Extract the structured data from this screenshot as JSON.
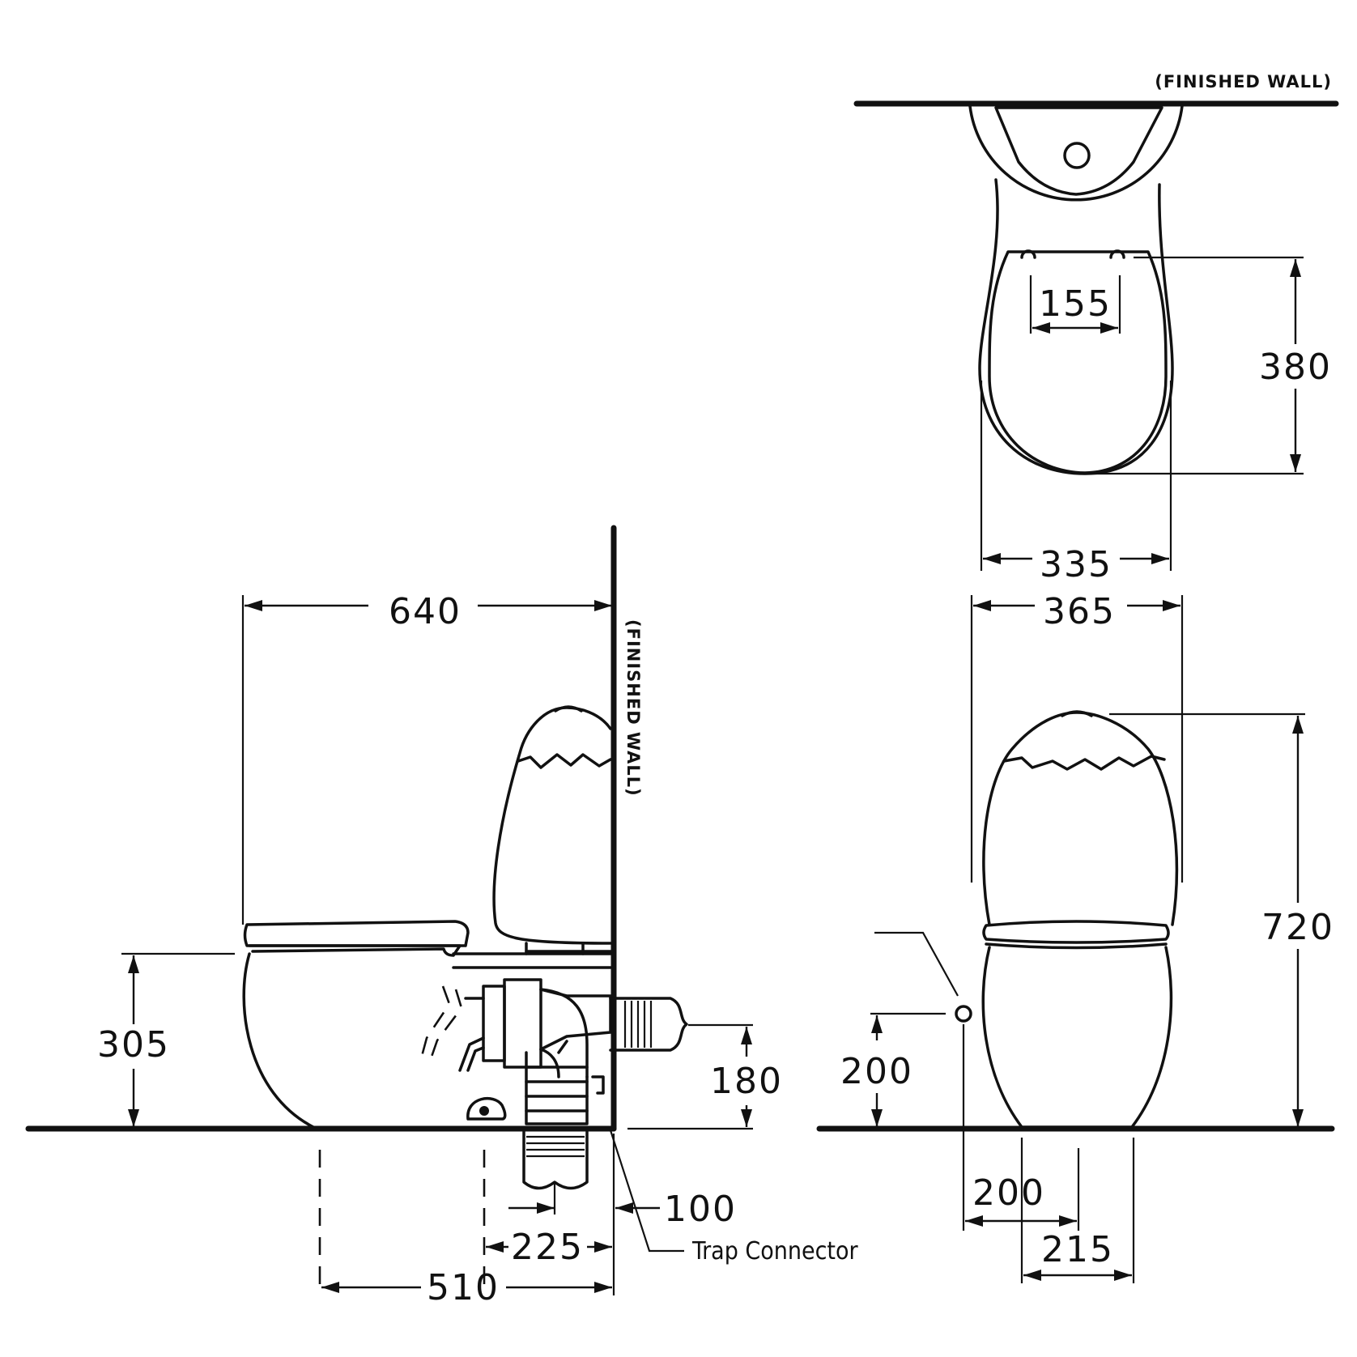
{
  "labels": {
    "finished_wall_top": "(FINISHED WALL)",
    "finished_wall_side": "(FINISHED WALL)",
    "trap_connector": "Trap Connector"
  },
  "dimensions": {
    "d155": "155",
    "d380": "380",
    "d335": "335",
    "d365": "365",
    "d720": "720",
    "d200_height": "200",
    "d200_base": "200",
    "d215": "215",
    "d640": "640",
    "d305": "305",
    "d180": "180",
    "d100": "100",
    "d225": "225",
    "d510": "510"
  }
}
